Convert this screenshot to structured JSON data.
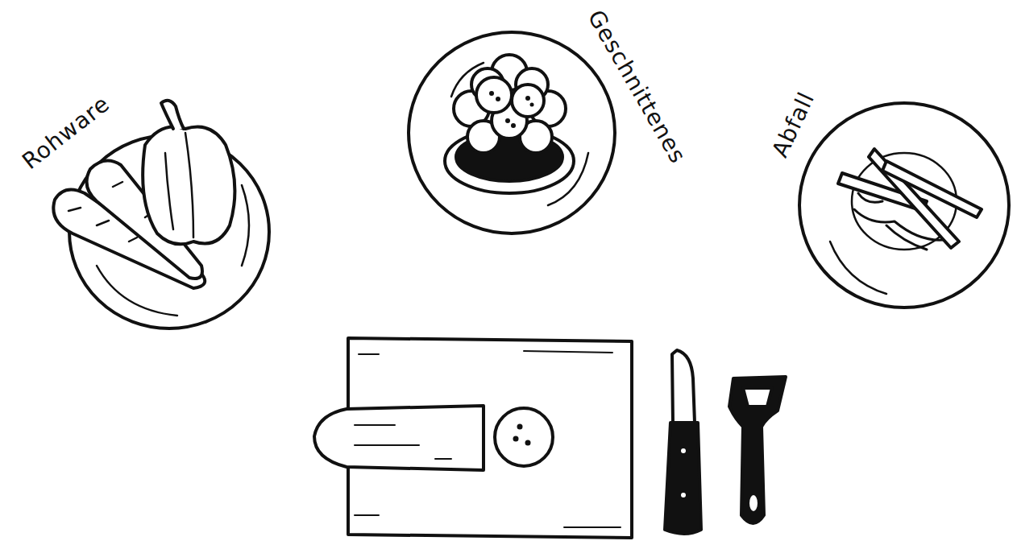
{
  "diagram": {
    "labels": [
      "Rohware",
      "Geschnittenes",
      "Abfall"
    ]
  }
}
